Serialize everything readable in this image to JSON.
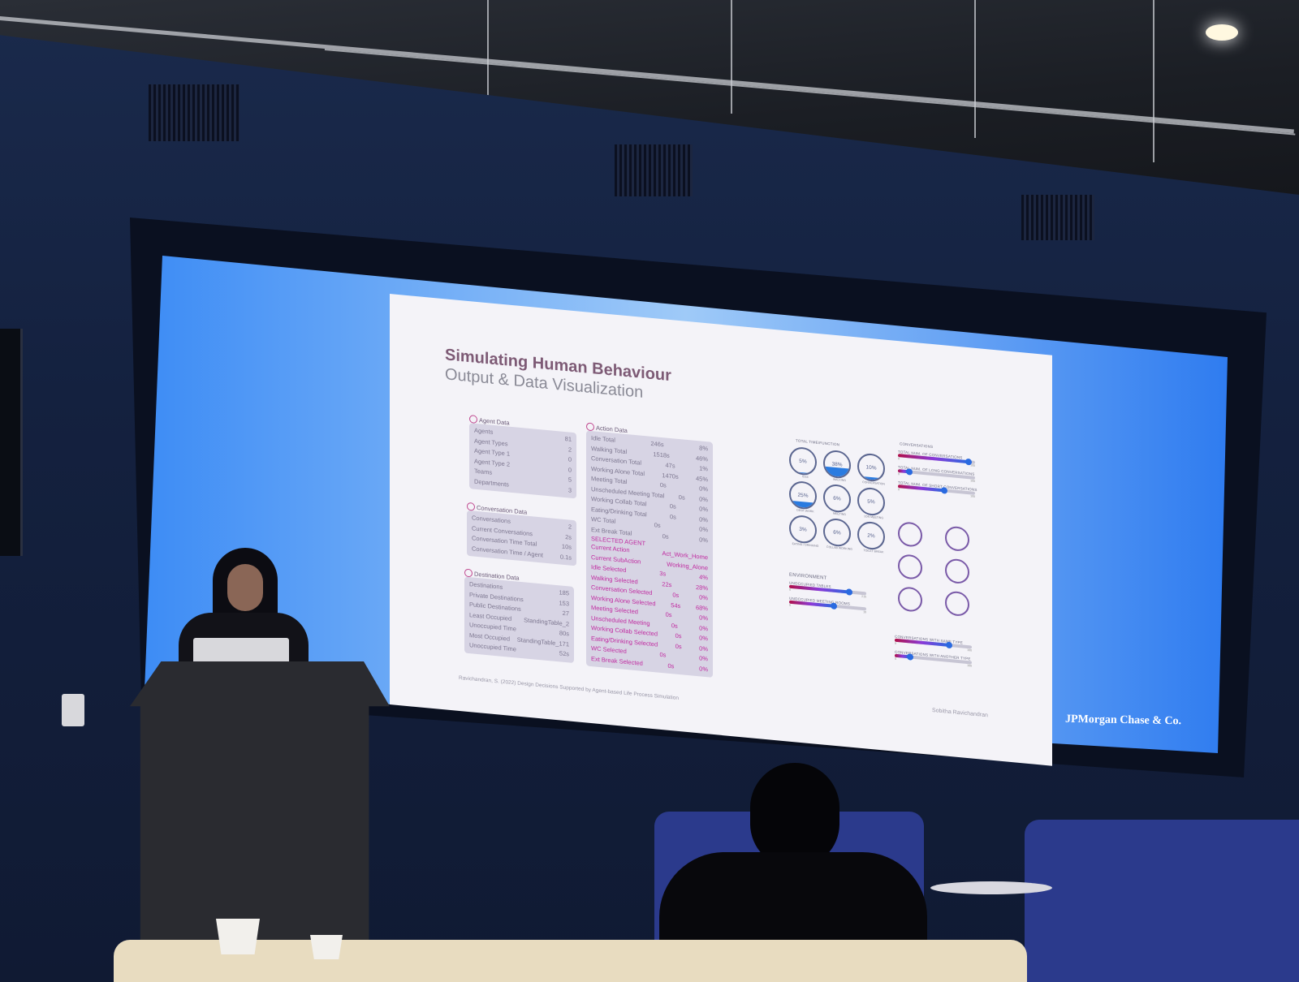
{
  "slide": {
    "title": "Simulating Human Behaviour",
    "subtitle": "Output & Data Visualization",
    "agent_data": {
      "heading": "Agent Data",
      "rows": [
        [
          "Agents",
          "81"
        ],
        [
          "Agent Types",
          "2"
        ],
        [
          "Agent Type 1",
          "0"
        ],
        [
          "Agent Type 2",
          "0"
        ],
        [
          "Teams",
          "5"
        ],
        [
          "Departments",
          "3"
        ]
      ]
    },
    "conversation_data": {
      "heading": "Conversation Data",
      "rows": [
        [
          "Conversations",
          "2"
        ],
        [
          "Current Conversations",
          "2s"
        ],
        [
          "Conversation Time Total",
          "10s"
        ],
        [
          "Conversation Time / Agent",
          "0.1s"
        ]
      ]
    },
    "destination_data": {
      "heading": "Destination Data",
      "rows": [
        [
          "Destinations",
          "185"
        ],
        [
          "Private Destinations",
          "153"
        ],
        [
          "Public Destinations",
          "27"
        ],
        [
          "Least Occupied",
          "StandingTable_2"
        ],
        [
          "Unoccupied Time",
          "80s"
        ],
        [
          "Most Occupied",
          "StandingTable_171"
        ],
        [
          "Unoccupied Time",
          "52s"
        ]
      ]
    },
    "action_data": {
      "heading": "Action Data",
      "rows": [
        [
          "Idle Total",
          "246s",
          "8%"
        ],
        [
          "Walking Total",
          "1518s",
          "46%"
        ],
        [
          "Conversation Total",
          "47s",
          "1%"
        ],
        [
          "Working Alone Total",
          "1470s",
          "45%"
        ],
        [
          "Meeting Total",
          "0s",
          "0%"
        ],
        [
          "Unscheduled Meeting Total",
          "0s",
          "0%"
        ],
        [
          "Working Collab Total",
          "0s",
          "0%"
        ],
        [
          "Eating/Drinking Total",
          "0s",
          "0%"
        ],
        [
          "WC Total",
          "0s",
          "0%"
        ],
        [
          "Ext Break Total",
          "0s",
          "0%"
        ]
      ]
    },
    "selected_agent": {
      "heading": "SELECTED AGENT",
      "rows": [
        [
          "Current Action",
          "Act_Work_Home",
          ""
        ],
        [
          "Current SubAction",
          "Working_Alone",
          ""
        ],
        [
          "Idle Selected",
          "3s",
          "4%"
        ],
        [
          "Walking Selected",
          "22s",
          "28%"
        ],
        [
          "Conversation Selected",
          "0s",
          "0%"
        ],
        [
          "Working Alone Selected",
          "54s",
          "68%"
        ],
        [
          "Meeting Selected",
          "0s",
          "0%"
        ],
        [
          "Unscheduled Meeting",
          "0s",
          "0%"
        ],
        [
          "Working Collab Selected",
          "0s",
          "0%"
        ],
        [
          "Eating/Drinking Selected",
          "0s",
          "0%"
        ],
        [
          "WC Selected",
          "0s",
          "0%"
        ],
        [
          "Ext Break Selected",
          "0s",
          "0%"
        ]
      ]
    },
    "time_function": {
      "heading": "TOTAL TIME/FUNCTION",
      "items": [
        {
          "label": "IDLE",
          "value": "5%",
          "fill": 5
        },
        {
          "label": "WALKING",
          "value": "38%",
          "fill": 38
        },
        {
          "label": "CONVERSATION",
          "value": "10%",
          "fill": 10
        },
        {
          "label": "DESK WORK",
          "value": "25%",
          "fill": 25
        },
        {
          "label": "MEETING",
          "value": "6%",
          "fill": 0
        },
        {
          "label": "1ON MEETING",
          "value": "5%",
          "fill": 0
        },
        {
          "label": "EATING / DRINKING",
          "value": "3%",
          "fill": 0
        },
        {
          "label": "COLLAB WORKING",
          "value": "6%",
          "fill": 0
        },
        {
          "label": "TOILET BREAK",
          "value": "2%",
          "fill": 0
        }
      ]
    },
    "environment": {
      "heading": "ENVIRONMENT",
      "sliders": [
        {
          "label": "UNOCCUPIED TABLES",
          "value": 0.78,
          "min": "0",
          "max": "215"
        },
        {
          "label": "UNOCCUPIED MEETING ROOMS",
          "value": 0.58,
          "min": "0",
          "max": "10"
        }
      ]
    },
    "conversations": {
      "heading": "CONVERSATIONS",
      "sliders": [
        {
          "label": "TOTAL NUM. OF CONVERSATIONS",
          "value": 0.92,
          "min": "0",
          "max": "100"
        },
        {
          "label": "TOTAL NUM. OF LONG CONVERSATIONS",
          "value": 0.15,
          "min": "0",
          "max": "100"
        },
        {
          "label": "TOTAL NUM. OF SHORT CONVERSATIONS",
          "value": 0.6,
          "min": "0",
          "max": "100"
        }
      ],
      "bottom_sliders": [
        {
          "label": "CONVERSATIONS WITH SAME TYPE",
          "value": 0.7,
          "min": "0",
          "max": "100"
        },
        {
          "label": "CONVERSATIONS WITH ANOTHER TYPE",
          "value": 0.2,
          "min": "0",
          "max": "100"
        }
      ]
    },
    "citation": "Ravichandran, S. (2022) Design Decisions Supported by Agent-based Life Process Simulation",
    "author": "Sobitha Ravichandran"
  },
  "logo": "JPMorgan Chase & Co.",
  "colors": {
    "screen_blue": "#2f7cf0",
    "slide_bg": "#f4f3f8",
    "accent_magenta": "#c02aa0",
    "wall": "#14213f"
  }
}
